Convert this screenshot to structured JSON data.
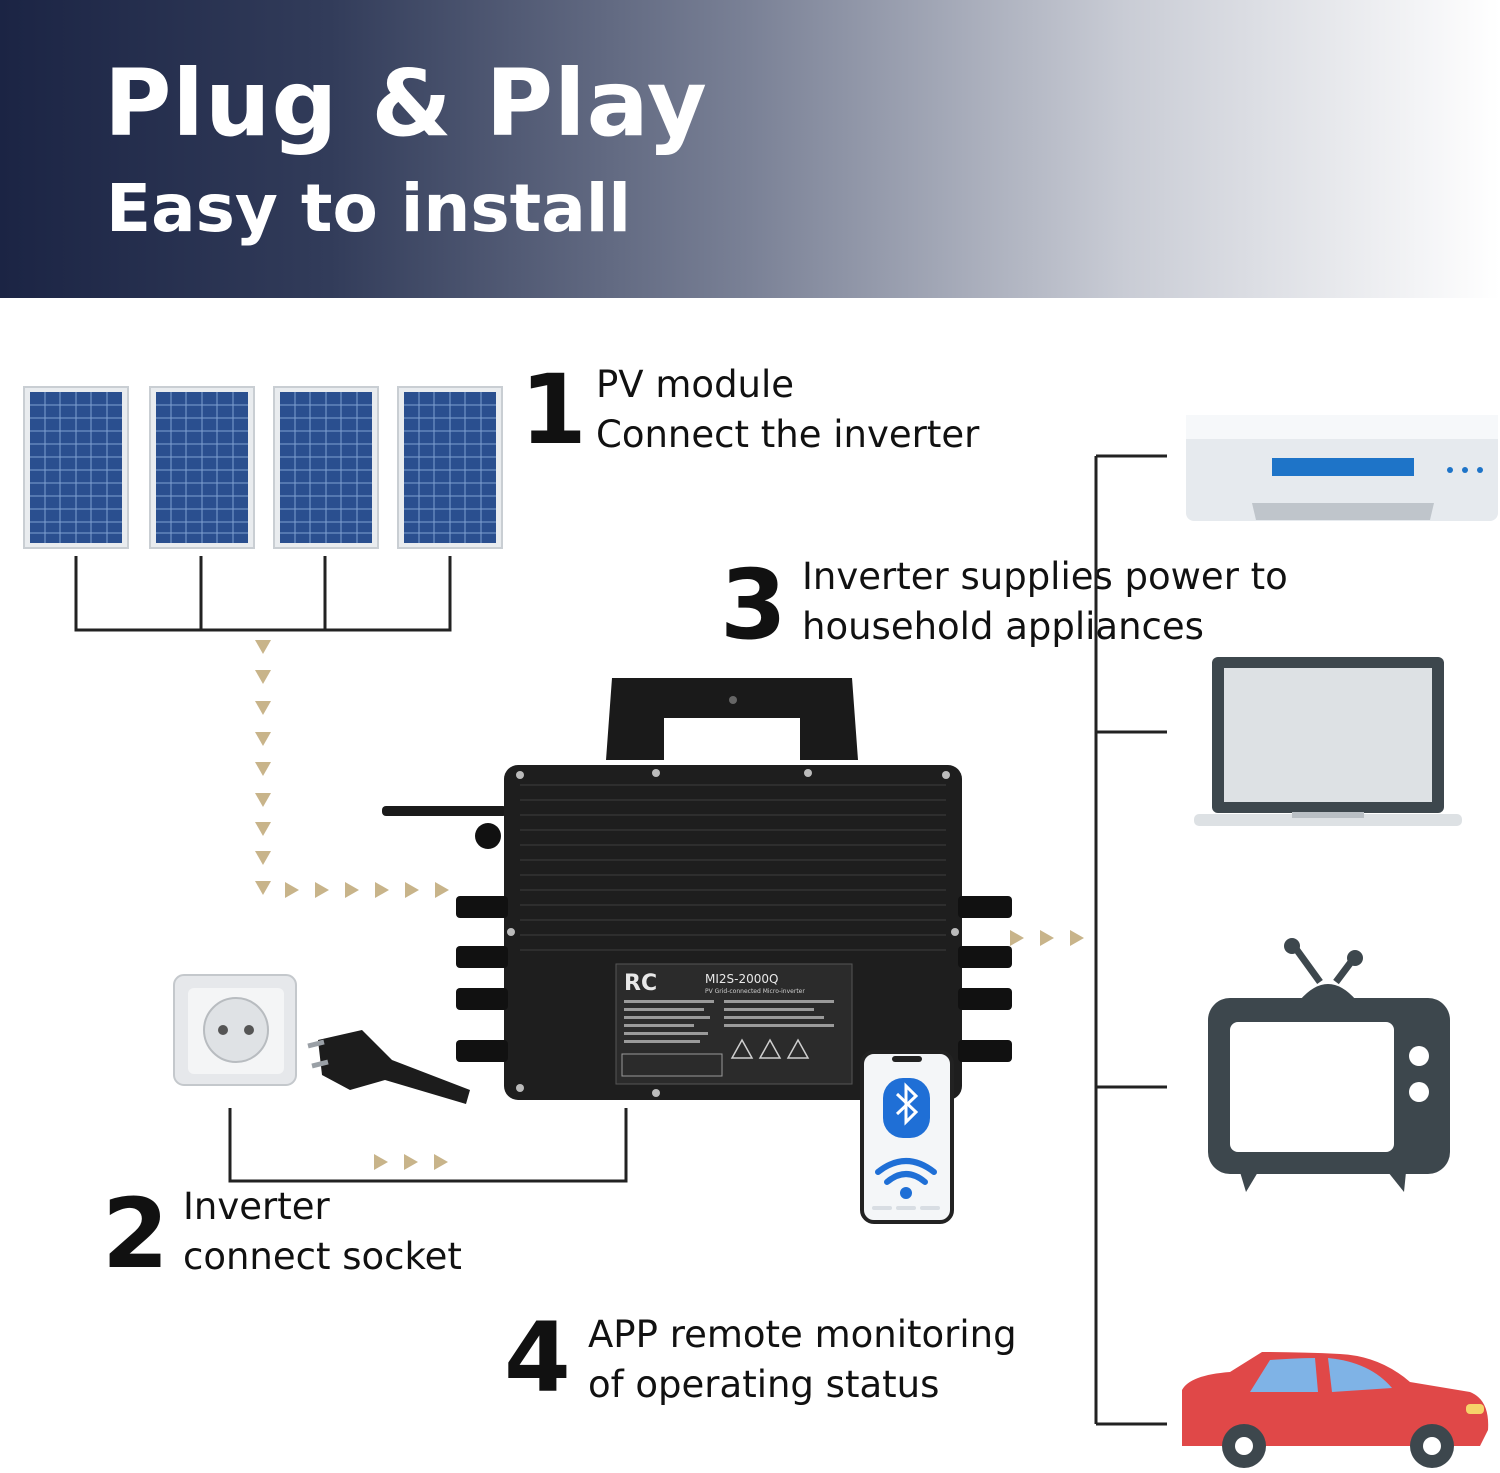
{
  "header": {
    "title": "Plug & Play",
    "subtitle": "Easy to install"
  },
  "steps": [
    {
      "number": "1",
      "line1": "PV module",
      "line2": "Connect the inverter"
    },
    {
      "number": "2",
      "line1": "Inverter",
      "line2": "connect socket"
    },
    {
      "number": "3",
      "line1": "Inverter supplies power to",
      "line2": "household appliances"
    },
    {
      "number": "4",
      "line1": "APP remote monitoring",
      "line2": "of operating status"
    }
  ],
  "inverter": {
    "brand": "RC",
    "model": "MI2S-2000Q",
    "description": "PV Grid-connected Micro-inverter"
  },
  "colors": {
    "banner_dark": "#1b2444",
    "arrow": "#c8b48a",
    "line": "#222222",
    "panel_cell": "#2a4f8f",
    "appliance_dark": "#3d474d",
    "car_red": "#e04848",
    "ac_blue": "#1e74c8",
    "bluetooth": "#1f6fd6"
  },
  "icons": [
    "solar-panel-icon",
    "socket-icon",
    "plug-icon",
    "inverter-icon",
    "phone-icon",
    "bluetooth-icon",
    "wifi-icon",
    "air-conditioner-icon",
    "laptop-icon",
    "tv-icon",
    "car-icon"
  ]
}
